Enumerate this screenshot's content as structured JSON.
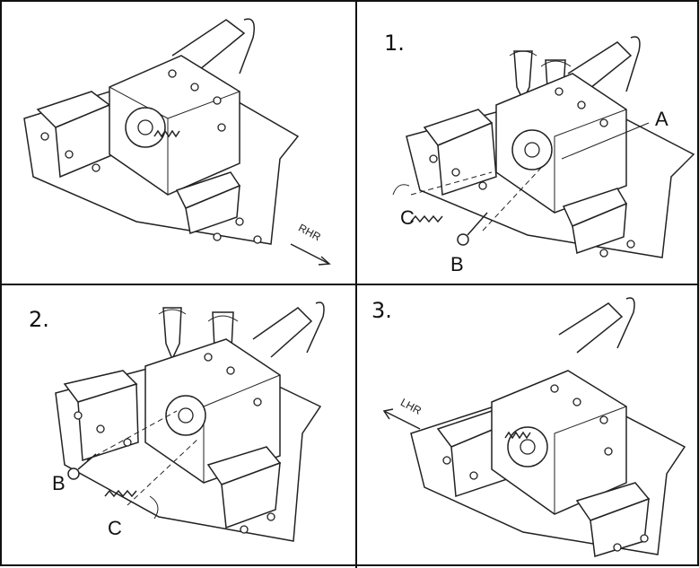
{
  "panels": [
    {
      "step": "",
      "direction_label": "RHR",
      "callouts": []
    },
    {
      "step": "1.",
      "direction_label": "",
      "callouts": [
        "A",
        "C",
        "B"
      ]
    },
    {
      "step": "2.",
      "direction_label": "",
      "callouts": [
        "B",
        "C"
      ]
    },
    {
      "step": "3.",
      "direction_label": "LHR",
      "callouts": []
    }
  ],
  "colors": {
    "line": "#222222",
    "background": "#ffffff"
  },
  "icons": [
    "screwdriver-icon",
    "spring-icon",
    "screw-icon",
    "arrow-icon"
  ]
}
